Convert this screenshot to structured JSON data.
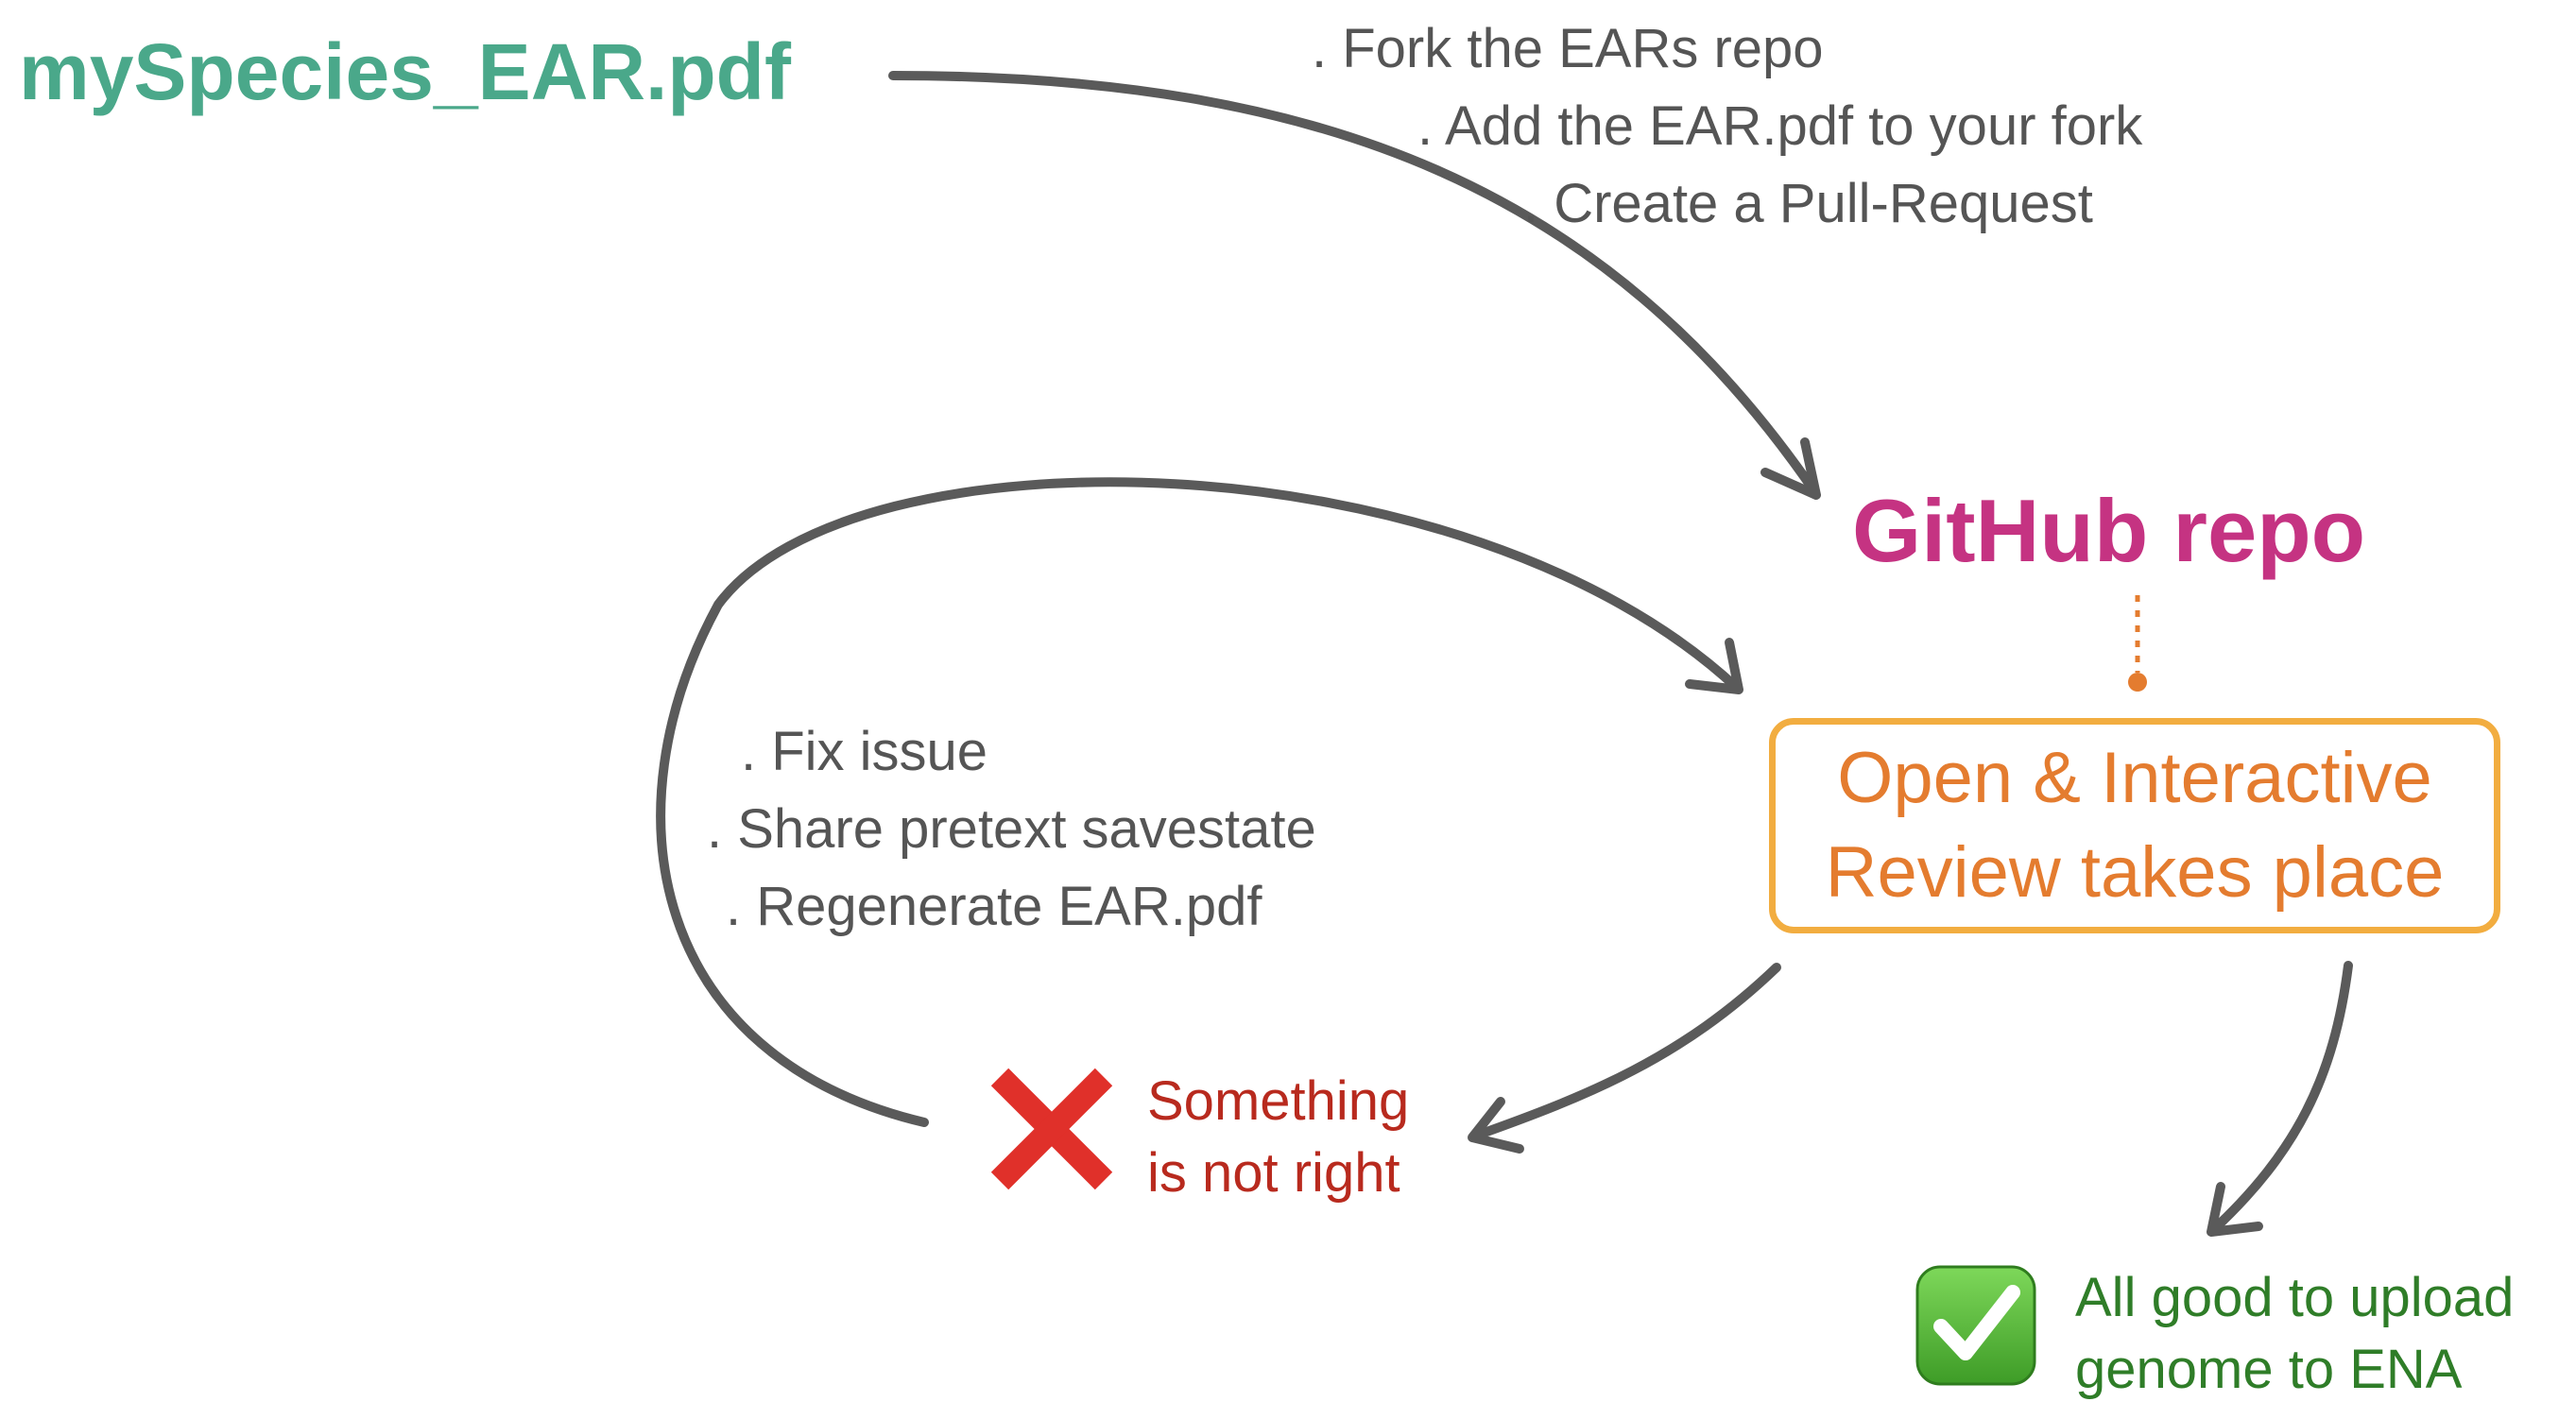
{
  "file": {
    "name": "mySpecies_EAR.pdf"
  },
  "submit_steps": [
    ". Fork the EARs repo",
    ". Add the EAR.pdf to your fork",
    ". Create a Pull-Request"
  ],
  "repo": {
    "title": "GitHub repo"
  },
  "review": {
    "line1": "Open & Interactive",
    "line2": "Review takes place"
  },
  "fix_steps": [
    ". Fix issue",
    ". Share pretext savestate",
    ". Regenerate EAR.pdf"
  ],
  "fail": {
    "icon": "cross-mark-icon",
    "line1": "Something",
    "line2": "is not right"
  },
  "success": {
    "icon": "check-mark-icon",
    "line1": "All good to upload",
    "line2": "genome to ENA"
  },
  "colors": {
    "file": "#4aa88a",
    "repo": "#c53382",
    "review_text": "#e47c2f",
    "review_border": "#f2ad40",
    "connector": "#e47c2f",
    "arrow": "#5a5a5a",
    "fail": "#b82a1e",
    "success": "#2f7d28"
  }
}
